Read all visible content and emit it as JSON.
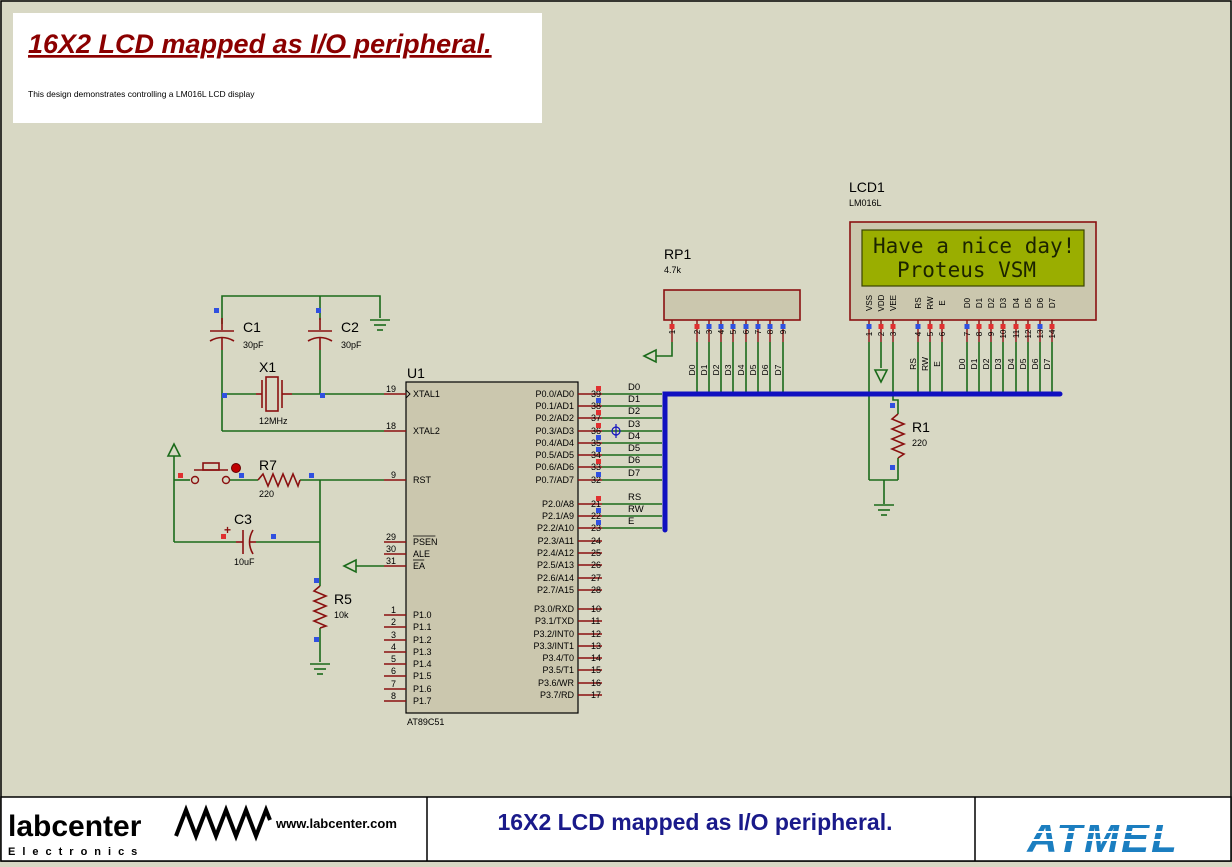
{
  "header": {
    "title": "16X2 LCD mapped as I/O peripheral.",
    "description": "This design demonstrates controlling a LM016L LCD display"
  },
  "title_block": {
    "logo_main": "labcenter",
    "logo_sub": "Electronics",
    "website": "www.labcenter.com",
    "title": "16X2 LCD mapped as I/O peripheral.",
    "brand": "ATMEL"
  },
  "components": {
    "c1": {
      "ref": "C1",
      "value": "30pF"
    },
    "c2": {
      "ref": "C2",
      "value": "30pF"
    },
    "x1": {
      "ref": "X1",
      "value": "12MHz"
    },
    "r7": {
      "ref": "R7",
      "value": "220"
    },
    "c3": {
      "ref": "C3",
      "value": "10uF"
    },
    "r5": {
      "ref": "R5",
      "value": "10k"
    },
    "rp1": {
      "ref": "RP1",
      "value": "4.7k"
    },
    "r1": {
      "ref": "R1",
      "value": "220"
    },
    "lcd1": {
      "ref": "LCD1",
      "value": "LM016L",
      "line1": "Have a nice day!",
      "line2": "Proteus VSM"
    },
    "u1": {
      "ref": "U1",
      "part": "AT89C51"
    }
  },
  "u1_left_pins": [
    {
      "num": "19",
      "name": "XTAL1"
    },
    {
      "num": "18",
      "name": "XTAL2"
    },
    {
      "num": "9",
      "name": "RST"
    },
    {
      "num": "29",
      "name": "PSEN"
    },
    {
      "num": "30",
      "name": "ALE"
    },
    {
      "num": "31",
      "name": "EA"
    },
    {
      "num": "1",
      "name": "P1.0"
    },
    {
      "num": "2",
      "name": "P1.1"
    },
    {
      "num": "3",
      "name": "P1.2"
    },
    {
      "num": "4",
      "name": "P1.3"
    },
    {
      "num": "5",
      "name": "P1.4"
    },
    {
      "num": "6",
      "name": "P1.5"
    },
    {
      "num": "7",
      "name": "P1.6"
    },
    {
      "num": "8",
      "name": "P1.7"
    }
  ],
  "u1_right_pins": [
    {
      "num": "39",
      "name": "P0.0/AD0"
    },
    {
      "num": "38",
      "name": "P0.1/AD1"
    },
    {
      "num": "37",
      "name": "P0.2/AD2"
    },
    {
      "num": "36",
      "name": "P0.3/AD3"
    },
    {
      "num": "35",
      "name": "P0.4/AD4"
    },
    {
      "num": "34",
      "name": "P0.5/AD5"
    },
    {
      "num": "33",
      "name": "P0.6/AD6"
    },
    {
      "num": "32",
      "name": "P0.7/AD7"
    },
    {
      "num": "21",
      "name": "P2.0/A8"
    },
    {
      "num": "22",
      "name": "P2.1/A9"
    },
    {
      "num": "23",
      "name": "P2.2/A10"
    },
    {
      "num": "24",
      "name": "P2.3/A11"
    },
    {
      "num": "25",
      "name": "P2.4/A12"
    },
    {
      "num": "26",
      "name": "P2.5/A13"
    },
    {
      "num": "27",
      "name": "P2.6/A14"
    },
    {
      "num": "28",
      "name": "P2.7/A15"
    },
    {
      "num": "10",
      "name": "P3.0/RXD"
    },
    {
      "num": "11",
      "name": "P3.1/TXD"
    },
    {
      "num": "12",
      "name": "P3.2/INT0"
    },
    {
      "num": "13",
      "name": "P3.3/INT1"
    },
    {
      "num": "14",
      "name": "P3.4/T0"
    },
    {
      "num": "15",
      "name": "P3.5/T1"
    },
    {
      "num": "16",
      "name": "P3.6/WR"
    },
    {
      "num": "17",
      "name": "P3.7/RD"
    }
  ],
  "u1_net_labels": [
    "D0",
    "D1",
    "D2",
    "D3",
    "D4",
    "D5",
    "D6",
    "D7",
    "RS",
    "RW",
    "E"
  ],
  "rp1_pins": [
    {
      "num": "1",
      "net": ""
    },
    {
      "num": "2",
      "net": "D0"
    },
    {
      "num": "3",
      "net": "D1"
    },
    {
      "num": "4",
      "net": "D2"
    },
    {
      "num": "5",
      "net": "D3"
    },
    {
      "num": "6",
      "net": "D4"
    },
    {
      "num": "7",
      "net": "D5"
    },
    {
      "num": "8",
      "net": "D6"
    },
    {
      "num": "9",
      "net": "D7"
    }
  ],
  "lcd_pins": [
    {
      "num": "1",
      "name": "VSS",
      "net": ""
    },
    {
      "num": "2",
      "name": "VDD",
      "net": ""
    },
    {
      "num": "3",
      "name": "VEE",
      "net": ""
    },
    {
      "num": "4",
      "name": "RS",
      "net": "RS"
    },
    {
      "num": "5",
      "name": "RW",
      "net": "RW"
    },
    {
      "num": "6",
      "name": "E",
      "net": "E"
    },
    {
      "num": "7",
      "name": "D0",
      "net": "D0"
    },
    {
      "num": "8",
      "name": "D1",
      "net": "D1"
    },
    {
      "num": "9",
      "name": "D2",
      "net": "D2"
    },
    {
      "num": "10",
      "name": "D3",
      "net": "D3"
    },
    {
      "num": "11",
      "name": "D4",
      "net": "D4"
    },
    {
      "num": "12",
      "name": "D5",
      "net": "D5"
    },
    {
      "num": "13",
      "name": "D6",
      "net": "D6"
    },
    {
      "num": "14",
      "name": "D7",
      "net": "D7"
    }
  ],
  "colors": {
    "sheet": "#d8d8c4",
    "wire": "#1a6a1a",
    "part": "#8a1010",
    "bus": "#1010c0",
    "chip_fill": "#cbc7ae",
    "lcd_screen": "#9aae00",
    "title_red": "#8b0000",
    "title_blue": "#1a1a8a"
  }
}
